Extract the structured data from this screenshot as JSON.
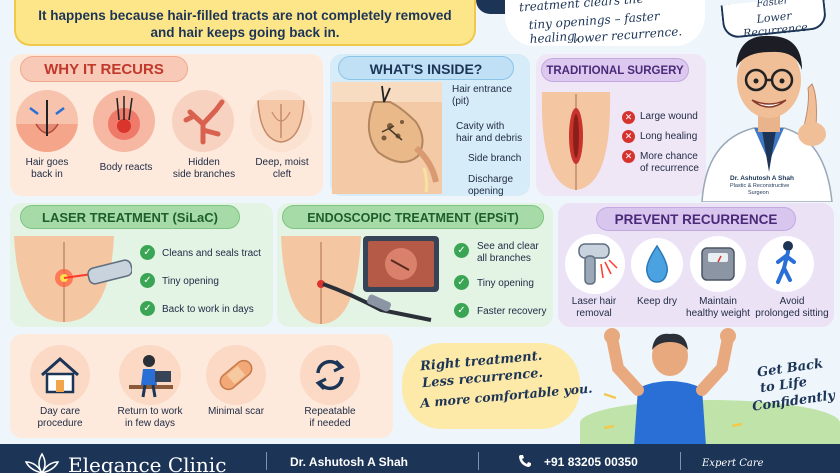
{
  "top_banner": {
    "line1": "It happens because hair-filled tracts are not completely removed",
    "line2": "and hair keeps going back in."
  },
  "top_cloud": {
    "line0": "treatment clears the",
    "line1": "tiny openings – faster healing,",
    "line2": "lower recurrence."
  },
  "speech_bubble": {
    "line0": "Faster",
    "line1": "Lower Recurrence"
  },
  "why_it_recurs": {
    "title": "WHY IT RECURS",
    "items": [
      {
        "line1": "Hair goes",
        "line2": "back in",
        "icon": "hair-follicle-icon"
      },
      {
        "line1": "Body reacts",
        "line2": "",
        "icon": "inflammation-icon"
      },
      {
        "line1": "Hidden",
        "line2": "side branches",
        "icon": "branching-tract-icon"
      },
      {
        "line1": "Deep, moist",
        "line2": "cleft",
        "icon": "cleft-icon"
      }
    ]
  },
  "whats_inside": {
    "title": "WHAT'S INSIDE?",
    "labels": [
      {
        "line1": "Hair entrance",
        "line2": "(pit)"
      },
      {
        "line1": "Cavity with",
        "line2": "hair and debris"
      },
      {
        "line1": "Side branch",
        "line2": ""
      },
      {
        "line1": "Discharge",
        "line2": "opening"
      }
    ]
  },
  "traditional_surgery": {
    "title": "TRADITIONAL SURGERY",
    "items": [
      {
        "line1": "Large wound",
        "line2": ""
      },
      {
        "line1": "Long healing",
        "line2": ""
      },
      {
        "line1": "More chance",
        "line2": "of recurrence"
      }
    ]
  },
  "doctor": {
    "name": "Dr. Ashutosh A Shah",
    "title": "Plastic & Reconstructive",
    "title2": "Surgeon"
  },
  "laser": {
    "title": "LASER TREATMENT (SiLaC)",
    "items": [
      "Cleans and seals tract",
      "Tiny opening",
      "Back to work in days"
    ]
  },
  "endoscopic": {
    "title": "ENDOSCOPIC TREATMENT (EPSiT)",
    "items": [
      {
        "line1": "See and clear",
        "line2": "all branches"
      },
      {
        "line1": "Tiny opening",
        "line2": ""
      },
      {
        "line1": "Faster recovery",
        "line2": ""
      }
    ]
  },
  "prevent": {
    "title": "PREVENT RECURRENCE",
    "items": [
      {
        "line1": "Laser hair",
        "line2": "removal",
        "icon": "laser-device-icon"
      },
      {
        "line1": "Keep dry",
        "line2": "",
        "icon": "water-drop-icon"
      },
      {
        "line1": "Maintain",
        "line2": "healthy weight",
        "icon": "scale-icon"
      },
      {
        "line1": "Avoid",
        "line2": "prolonged sitting",
        "icon": "walking-person-icon"
      }
    ]
  },
  "benefits": {
    "items": [
      {
        "line1": "Day care",
        "line2": "procedure",
        "icon": "house-icon"
      },
      {
        "line1": "Return to work",
        "line2": "in few days",
        "icon": "desk-worker-icon"
      },
      {
        "line1": "Minimal scar",
        "line2": "",
        "icon": "bandage-icon"
      },
      {
        "line1": "Repeatable",
        "line2": "if needed",
        "icon": "repeat-icon"
      }
    ]
  },
  "callout": {
    "line1": "Right treatment.",
    "line2": "Less recurrence.",
    "line3": "A more comfortable you."
  },
  "get_back": {
    "line1": "Get Back",
    "line2": "to Life",
    "line3": "Confidently"
  },
  "footer": {
    "clinic": "Elegance Clinic",
    "doctor": "Dr. Ashutosh A Shah",
    "phone": "+91 83205 00350",
    "tagline": "Expert Care"
  },
  "colors": {
    "navy": "#1c3557",
    "yellow_banner": "#fde58a",
    "salmon": "#f26b5b",
    "sky": "#d6ecf8",
    "green": "#3aa655",
    "purple": "#e9e0f5",
    "peach": "#fde9d9"
  }
}
